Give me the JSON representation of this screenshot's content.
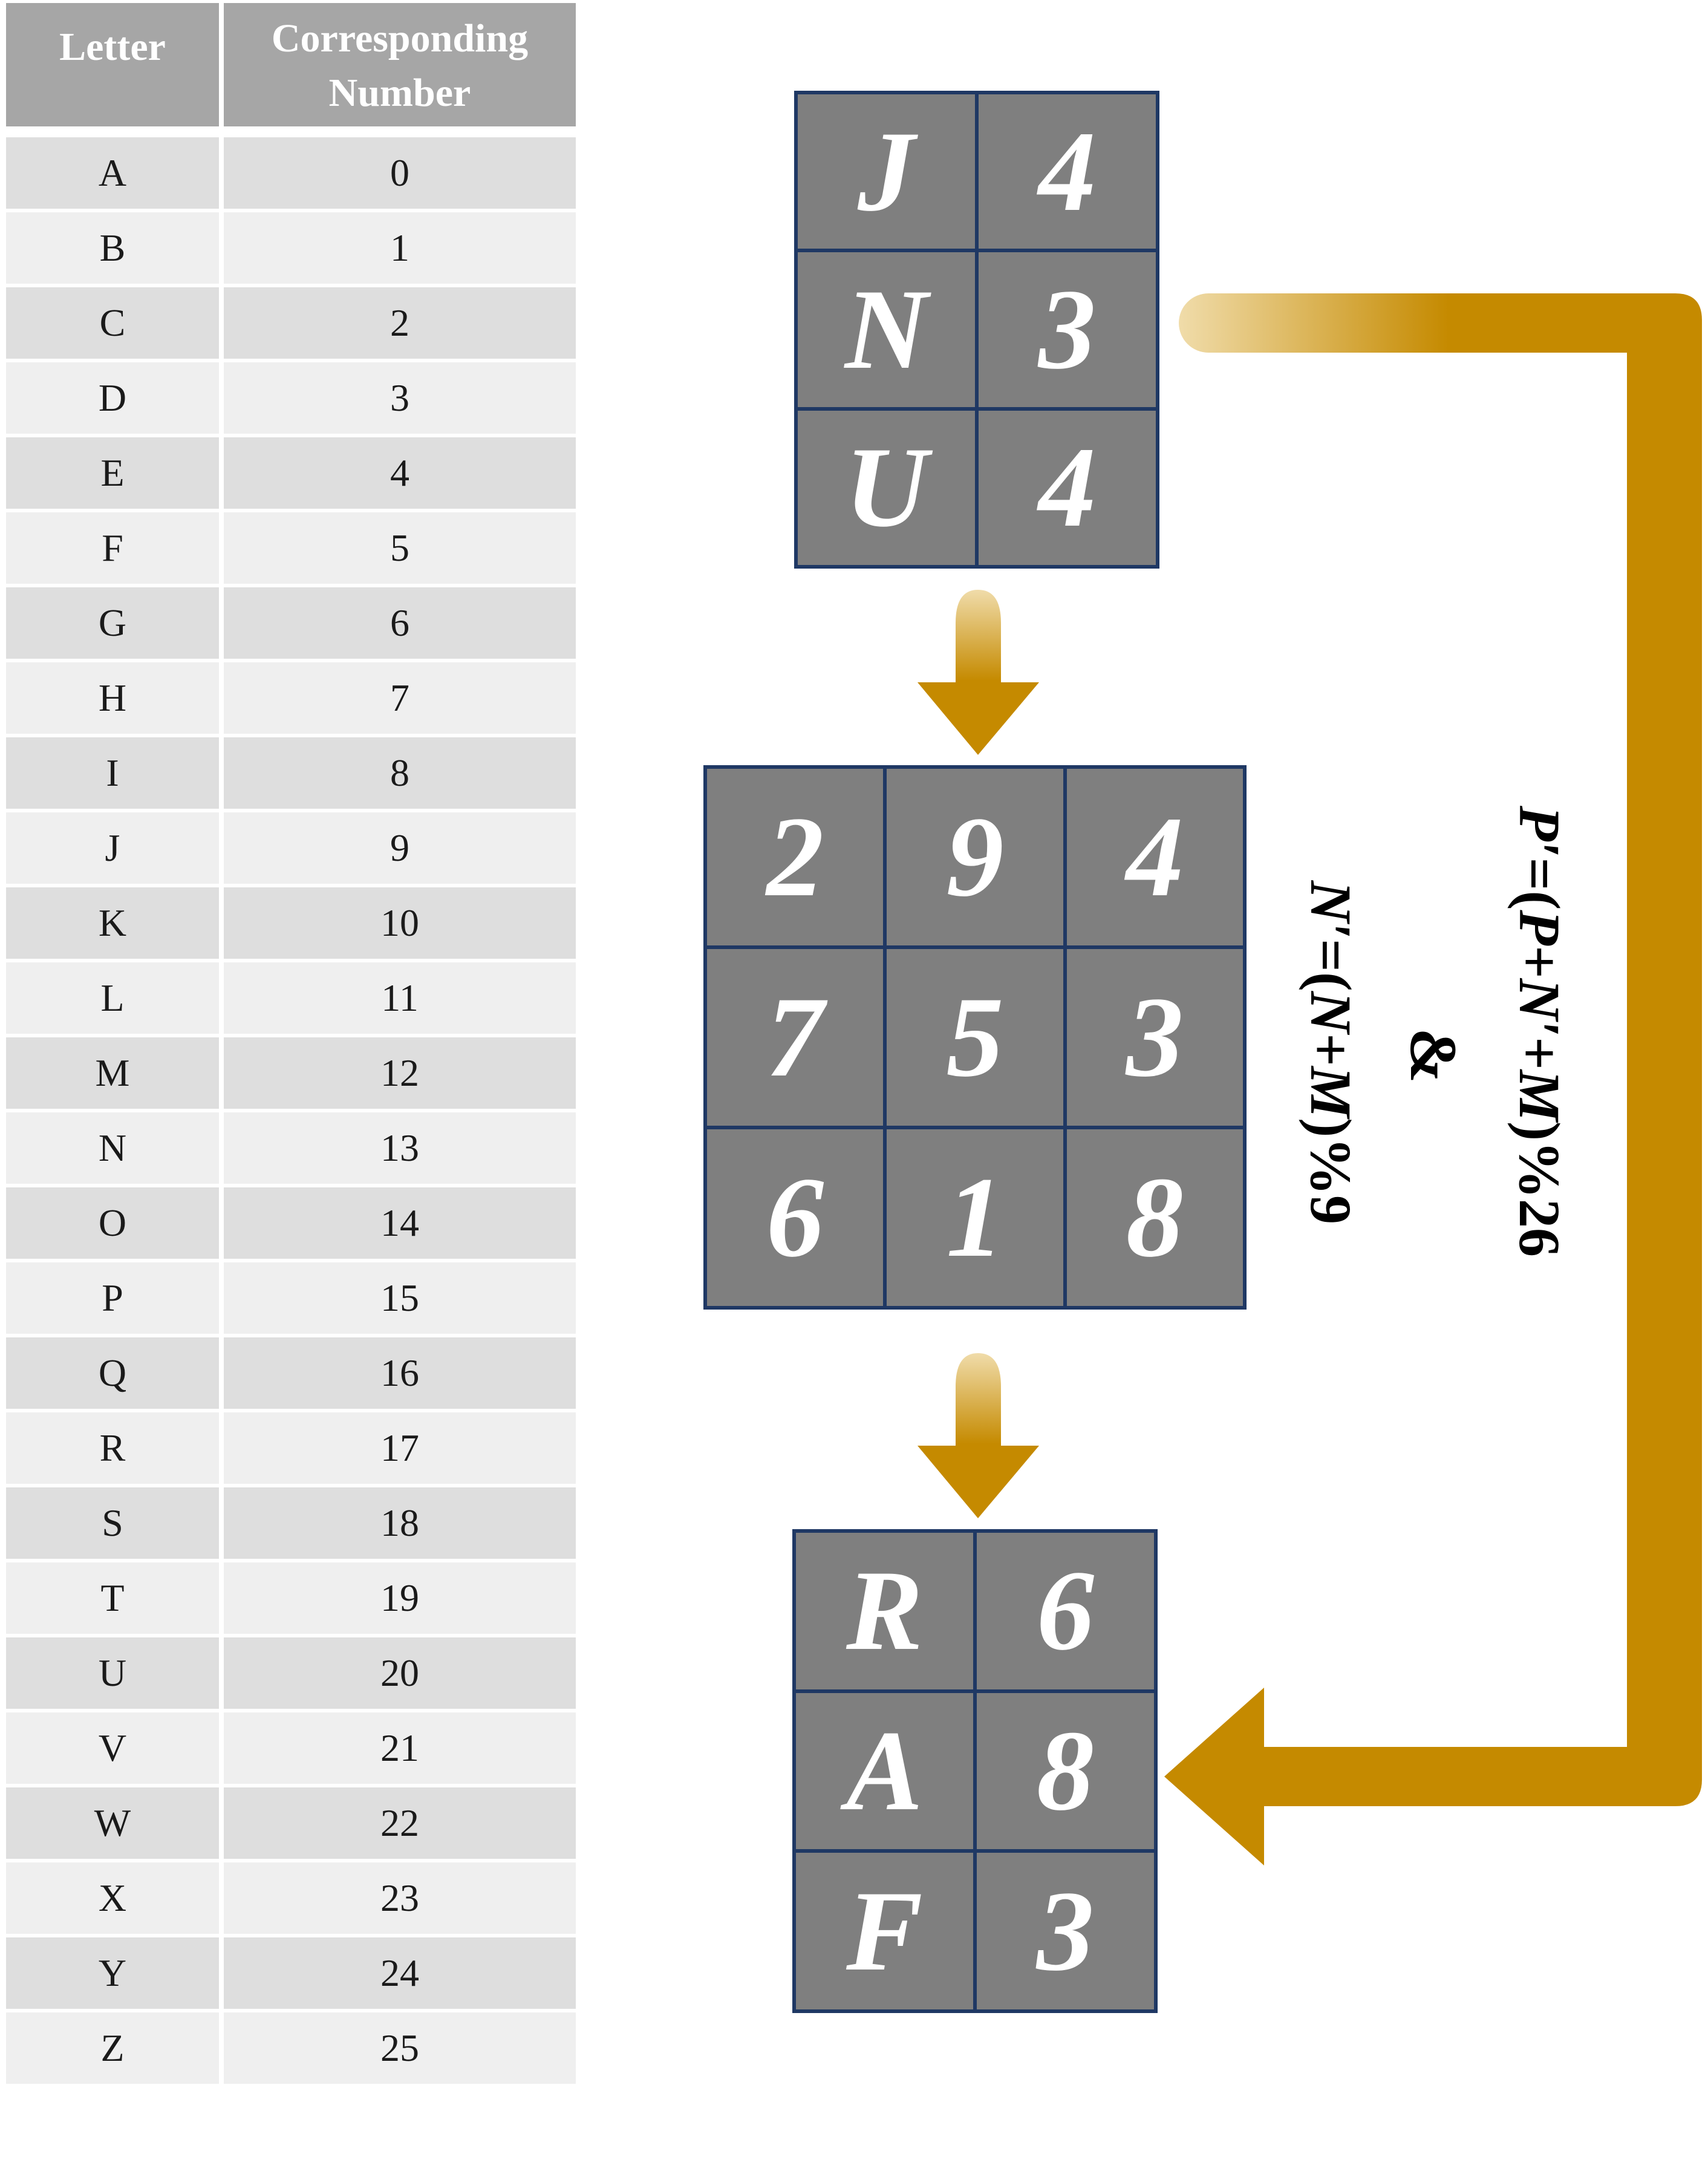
{
  "table": {
    "header": {
      "letter": "Letter",
      "number_line1": "Corresponding",
      "number_line2": "Number"
    },
    "rows": [
      {
        "letter": "A",
        "number": "0"
      },
      {
        "letter": "B",
        "number": "1"
      },
      {
        "letter": "C",
        "number": "2"
      },
      {
        "letter": "D",
        "number": "3"
      },
      {
        "letter": "E",
        "number": "4"
      },
      {
        "letter": "F",
        "number": "5"
      },
      {
        "letter": "G",
        "number": "6"
      },
      {
        "letter": "H",
        "number": "7"
      },
      {
        "letter": "I",
        "number": "8"
      },
      {
        "letter": "J",
        "number": "9"
      },
      {
        "letter": "K",
        "number": "10"
      },
      {
        "letter": "L",
        "number": "11"
      },
      {
        "letter": "M",
        "number": "12"
      },
      {
        "letter": "N",
        "number": "13"
      },
      {
        "letter": "O",
        "number": "14"
      },
      {
        "letter": "P",
        "number": "15"
      },
      {
        "letter": "Q",
        "number": "16"
      },
      {
        "letter": "R",
        "number": "17"
      },
      {
        "letter": "S",
        "number": "18"
      },
      {
        "letter": "T",
        "number": "19"
      },
      {
        "letter": "U",
        "number": "20"
      },
      {
        "letter": "V",
        "number": "21"
      },
      {
        "letter": "W",
        "number": "22"
      },
      {
        "letter": "X",
        "number": "23"
      },
      {
        "letter": "Y",
        "number": "24"
      },
      {
        "letter": "Z",
        "number": "25"
      }
    ]
  },
  "grids": {
    "top": [
      "J",
      "4",
      "N",
      "3",
      "U",
      "4"
    ],
    "middle": [
      "2",
      "9",
      "4",
      "7",
      "5",
      "3",
      "6",
      "1",
      "8"
    ],
    "bottom": [
      "R",
      "6",
      "A",
      "8",
      "F",
      "3"
    ]
  },
  "formulas": {
    "n_prime": {
      "lhs": "N′",
      "eq": "=(",
      "a": "N",
      "plus": "+",
      "b": "M",
      "tail": ")%9"
    },
    "ampersand": "&",
    "p_prime": {
      "lhs": "P′",
      "eq": "=(",
      "a": "P",
      "plus1": "+",
      "b": "N′",
      "plus2": "+",
      "c": "M",
      "tail": ")%26"
    }
  },
  "colors": {
    "arrow": "#c58a00",
    "grid_border": "#1f3864",
    "cell_fill": "#7f7f7f",
    "header_fill": "#a6a6a6",
    "row_dark": "#dedede",
    "row_light": "#efefef"
  }
}
